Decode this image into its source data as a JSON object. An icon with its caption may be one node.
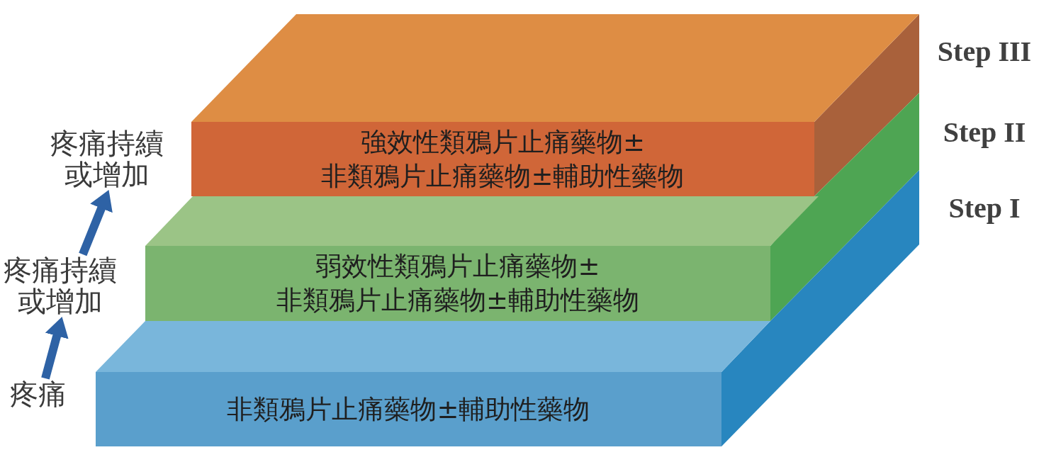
{
  "diagram": {
    "nodes": [
      {
        "text": [
          "疼痛持續或增加"
        ]
      },
      {
        "text": [
          "強效性類鴉片止痛藥物±非類鴉片止痛藥物±輔助性藥物"
        ]
      },
      {
        "text": [
          "疼痛持續或增加"
        ]
      },
      {
        "text": [
          "弱效性類鴉片止痛藥物±非類鴉片止痛藥物±輔助性藥物"
        ]
      },
      {
        "text": [
          "疼痛"
        ]
      },
      {
        "text": [
          "非類鴉片止痛藥物±輔助性藥物"
        ]
      }
    ],
    "edges": [
      {
        "from": 4,
        "to": 2,
        "arrow": "to"
      },
      {
        "from": 2,
        "to": 0,
        "arrow": "to"
      }
    ],
    "labels": [
      "Step III",
      "Step II",
      "Step I"
    ]
  }
}
